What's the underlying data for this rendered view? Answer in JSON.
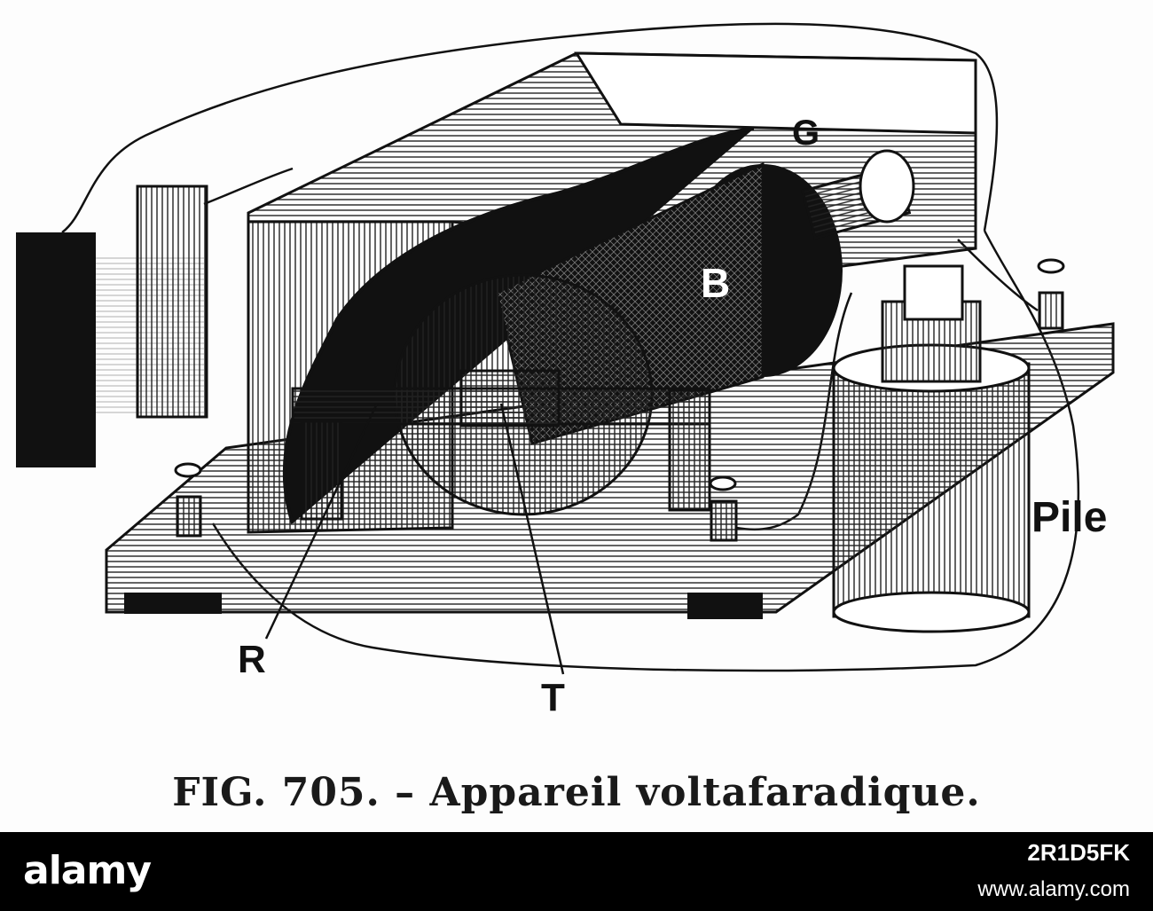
{
  "figure": {
    "labels": {
      "G": "G",
      "B": "B",
      "R": "R",
      "T": "T",
      "pile": "Pile"
    },
    "caption": "FIG. 705. – Appareil voltafaradique."
  },
  "stock_bar": {
    "brand": "alamy",
    "image_id": "2R1D5FK",
    "url": "www.alamy.com"
  },
  "colors": {
    "ink": "#111111",
    "paper": "#ffffff",
    "bar": "#000000"
  }
}
